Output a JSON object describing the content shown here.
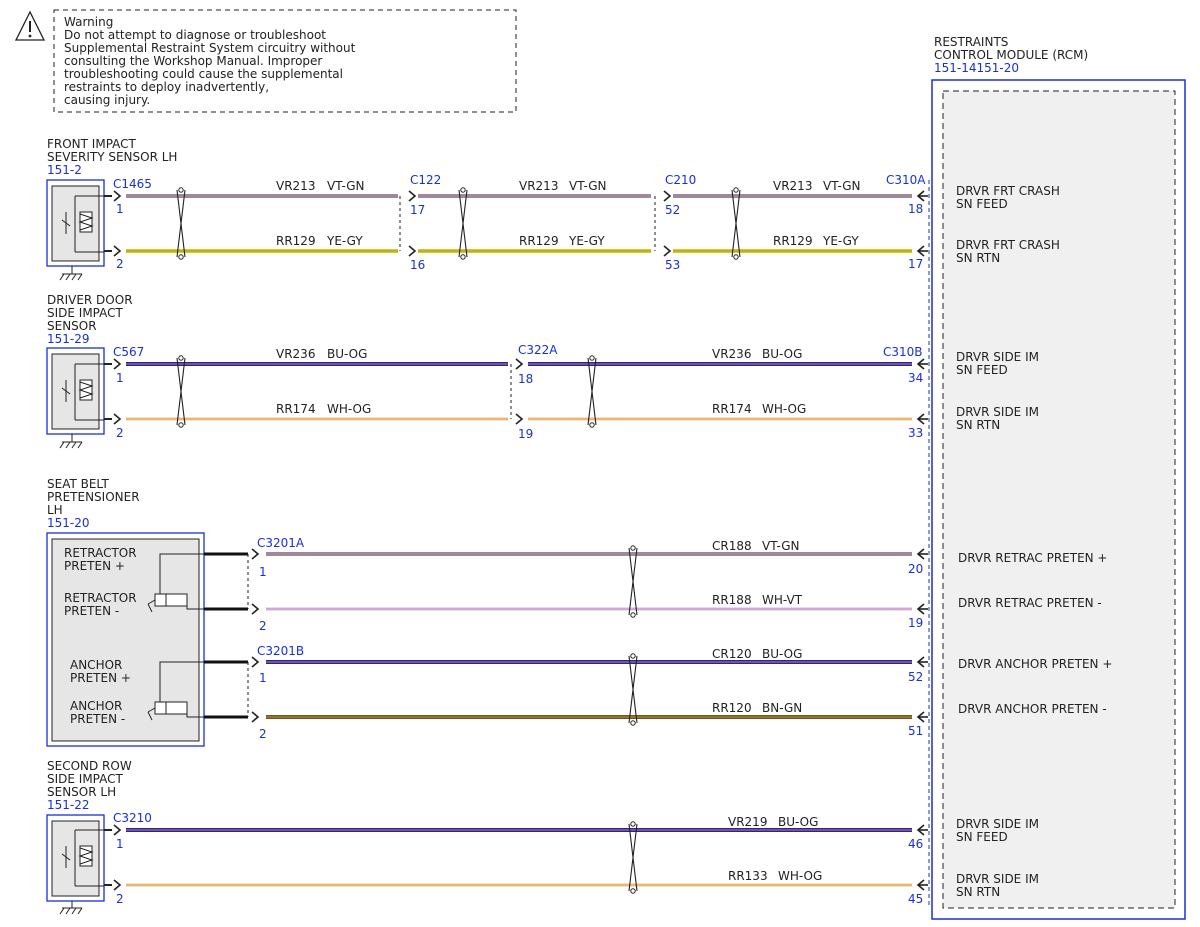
{
  "warning": {
    "lines": [
      "Warning",
      "Do not attempt to diagnose or troubleshoot",
      "Supplemental Restraint System circuitry without",
      "consulting the Workshop Manual. Improper",
      "troubleshooting could cause the supplemental",
      "restraints to deploy inadvertently,",
      "causing injury."
    ]
  },
  "rcm": {
    "title_lines": [
      "RESTRAINTS",
      "CONTROL MODULE (RCM)"
    ],
    "ref": "151-14151-20"
  },
  "components": [
    {
      "name_lines": [
        "FRONT IMPACT",
        "SEVERITY SENSOR LH"
      ],
      "ref": "151-2"
    },
    {
      "name_lines": [
        "DRIVER DOOR",
        "SIDE IMPACT",
        "SENSOR"
      ],
      "ref": "151-29"
    },
    {
      "name_lines": [
        "SEAT BELT",
        "PRETENSIONER",
        "LH"
      ],
      "ref": "151-20"
    },
    {
      "name_lines": [
        "SECOND ROW",
        "SIDE IMPACT",
        "SENSOR LH"
      ],
      "ref": "151-22"
    }
  ],
  "pretensioner_labels": [
    [
      "RETRACTOR",
      "PRETEN +"
    ],
    [
      "RETRACTOR",
      "PRETEN -"
    ],
    [
      "ANCHOR",
      "PRETEN +"
    ],
    [
      "ANCHOR",
      "PRETEN -"
    ]
  ],
  "connectors": [
    {
      "id": "c1465",
      "name": "C1465",
      "pins": [
        "1",
        "2"
      ]
    },
    {
      "id": "c122",
      "name": "C122",
      "pins": [
        "17",
        "16"
      ]
    },
    {
      "id": "c210",
      "name": "C210",
      "pins": [
        "52",
        "53"
      ]
    },
    {
      "id": "c310a",
      "name": "C310A",
      "pins": [
        "18",
        "17"
      ]
    },
    {
      "id": "c567",
      "name": "C567",
      "pins": [
        "1",
        "2"
      ]
    },
    {
      "id": "c322a",
      "name": "C322A",
      "pins": [
        "18",
        "19"
      ]
    },
    {
      "id": "c310b",
      "name": "C310B",
      "pins": [
        "34",
        "33"
      ]
    },
    {
      "id": "c3201a",
      "name": "C3201A",
      "pins": [
        "1",
        "2"
      ]
    },
    {
      "id": "c3201b",
      "name": "C3201B",
      "pins": [
        "1",
        "2"
      ]
    },
    {
      "id": "c3210",
      "name": "C3210",
      "pins": [
        "1",
        "2"
      ]
    },
    {
      "id": "rcm-pretensioner",
      "name": "",
      "pins": [
        "20",
        "19",
        "52",
        "51"
      ]
    },
    {
      "id": "rcm-second-row",
      "name": "",
      "pins": [
        "46",
        "45"
      ]
    }
  ],
  "wires": [
    {
      "circuit": "VR213",
      "color_code": "VT-GN",
      "colors": [
        "#b07ab8",
        "#6db33f"
      ]
    },
    {
      "circuit": "RR129",
      "color_code": "YE-GY",
      "colors": [
        "#d8d000",
        "#8c8c8c"
      ]
    },
    {
      "circuit": "VR236",
      "color_code": "BU-OG",
      "colors": [
        "#1f22b5",
        "#e58a1f"
      ]
    },
    {
      "circuit": "RR174",
      "color_code": "WH-OG",
      "colors": [
        "#f1e2c8",
        "#e58a1f"
      ]
    },
    {
      "circuit": "CR188",
      "color_code": "VT-GN",
      "colors": [
        "#b07ab8",
        "#6db33f"
      ]
    },
    {
      "circuit": "RR188",
      "color_code": "WH-VT",
      "colors": [
        "#ecd9f2",
        "#b07ab8"
      ]
    },
    {
      "circuit": "CR120",
      "color_code": "BU-OG",
      "colors": [
        "#1f22b5",
        "#e58a1f"
      ]
    },
    {
      "circuit": "RR120",
      "color_code": "BN-GN",
      "colors": [
        "#8b4a1f",
        "#6db33f"
      ]
    },
    {
      "circuit": "VR219",
      "color_code": "BU-OG",
      "colors": [
        "#1f22b5",
        "#e58a1f"
      ]
    },
    {
      "circuit": "RR133",
      "color_code": "WH-OG",
      "colors": [
        "#f1e2c8",
        "#e58a1f"
      ]
    }
  ],
  "rcm_pins": [
    {
      "lines": [
        "DRVR FRT CRASH",
        "SN FEED"
      ]
    },
    {
      "lines": [
        "DRVR FRT CRASH",
        "SN RTN"
      ]
    },
    {
      "lines": [
        "DRVR SIDE IM",
        "SN FEED"
      ]
    },
    {
      "lines": [
        "DRVR SIDE IM",
        "SN RTN"
      ]
    },
    {
      "lines": [
        "DRVR RETRAC PRETEN +"
      ]
    },
    {
      "lines": [
        "DRVR RETRAC PRETEN -"
      ]
    },
    {
      "lines": [
        "DRVR ANCHOR PRETEN +"
      ]
    },
    {
      "lines": [
        "DRVR ANCHOR PRETEN -"
      ]
    },
    {
      "lines": [
        "DRVR SIDE IM",
        "SN FEED"
      ]
    },
    {
      "lines": [
        "DRVR SIDE IM",
        "SN RTN"
      ]
    }
  ],
  "symbols": {
    "warning_icon": "warning-triangle-icon",
    "ground_icon": "ground-icon",
    "twist_icon": "twisted-pair-icon"
  }
}
